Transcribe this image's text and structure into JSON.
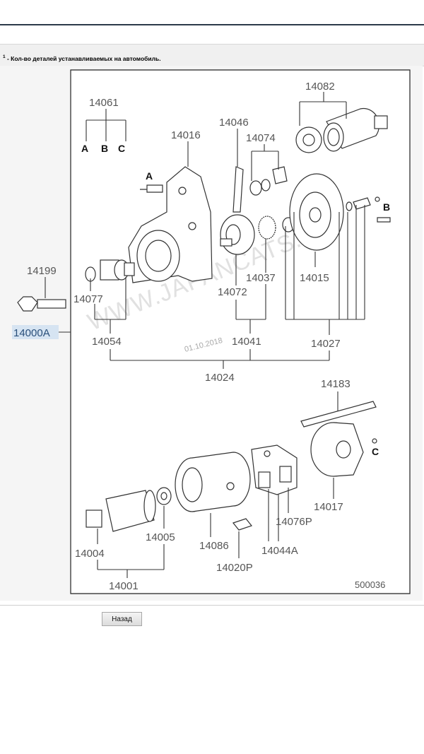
{
  "footnote": {
    "marker": "1",
    "text": " - Кол-во деталей устанавливаемых на автомобиль."
  },
  "diagram": {
    "ref_code": "500036",
    "date_stamp": "01.10.2018",
    "watermark": "WWW.JAPANCATS.RU",
    "callouts": {
      "p14061": "14061",
      "p14082": "14082",
      "p14046": "14046",
      "p14074": "14074",
      "p14016": "14016",
      "p14199": "14199",
      "p14000A": "14000A",
      "p14077": "14077",
      "p14054": "14054",
      "p14072": "14072",
      "p14037": "14037",
      "p14015": "14015",
      "p14041": "14041",
      "p14027": "14027",
      "p14024": "14024",
      "p14183": "14183",
      "p14017": "14017",
      "p14004": "14004",
      "p14005": "14005",
      "p14086": "14086",
      "p14076P": "14076P",
      "p14044A": "14044A",
      "p14020P": "14020P",
      "p14001": "14001"
    },
    "letters": {
      "a": "A",
      "b": "B",
      "c": "C"
    }
  },
  "buttons": {
    "back": "Назад"
  }
}
